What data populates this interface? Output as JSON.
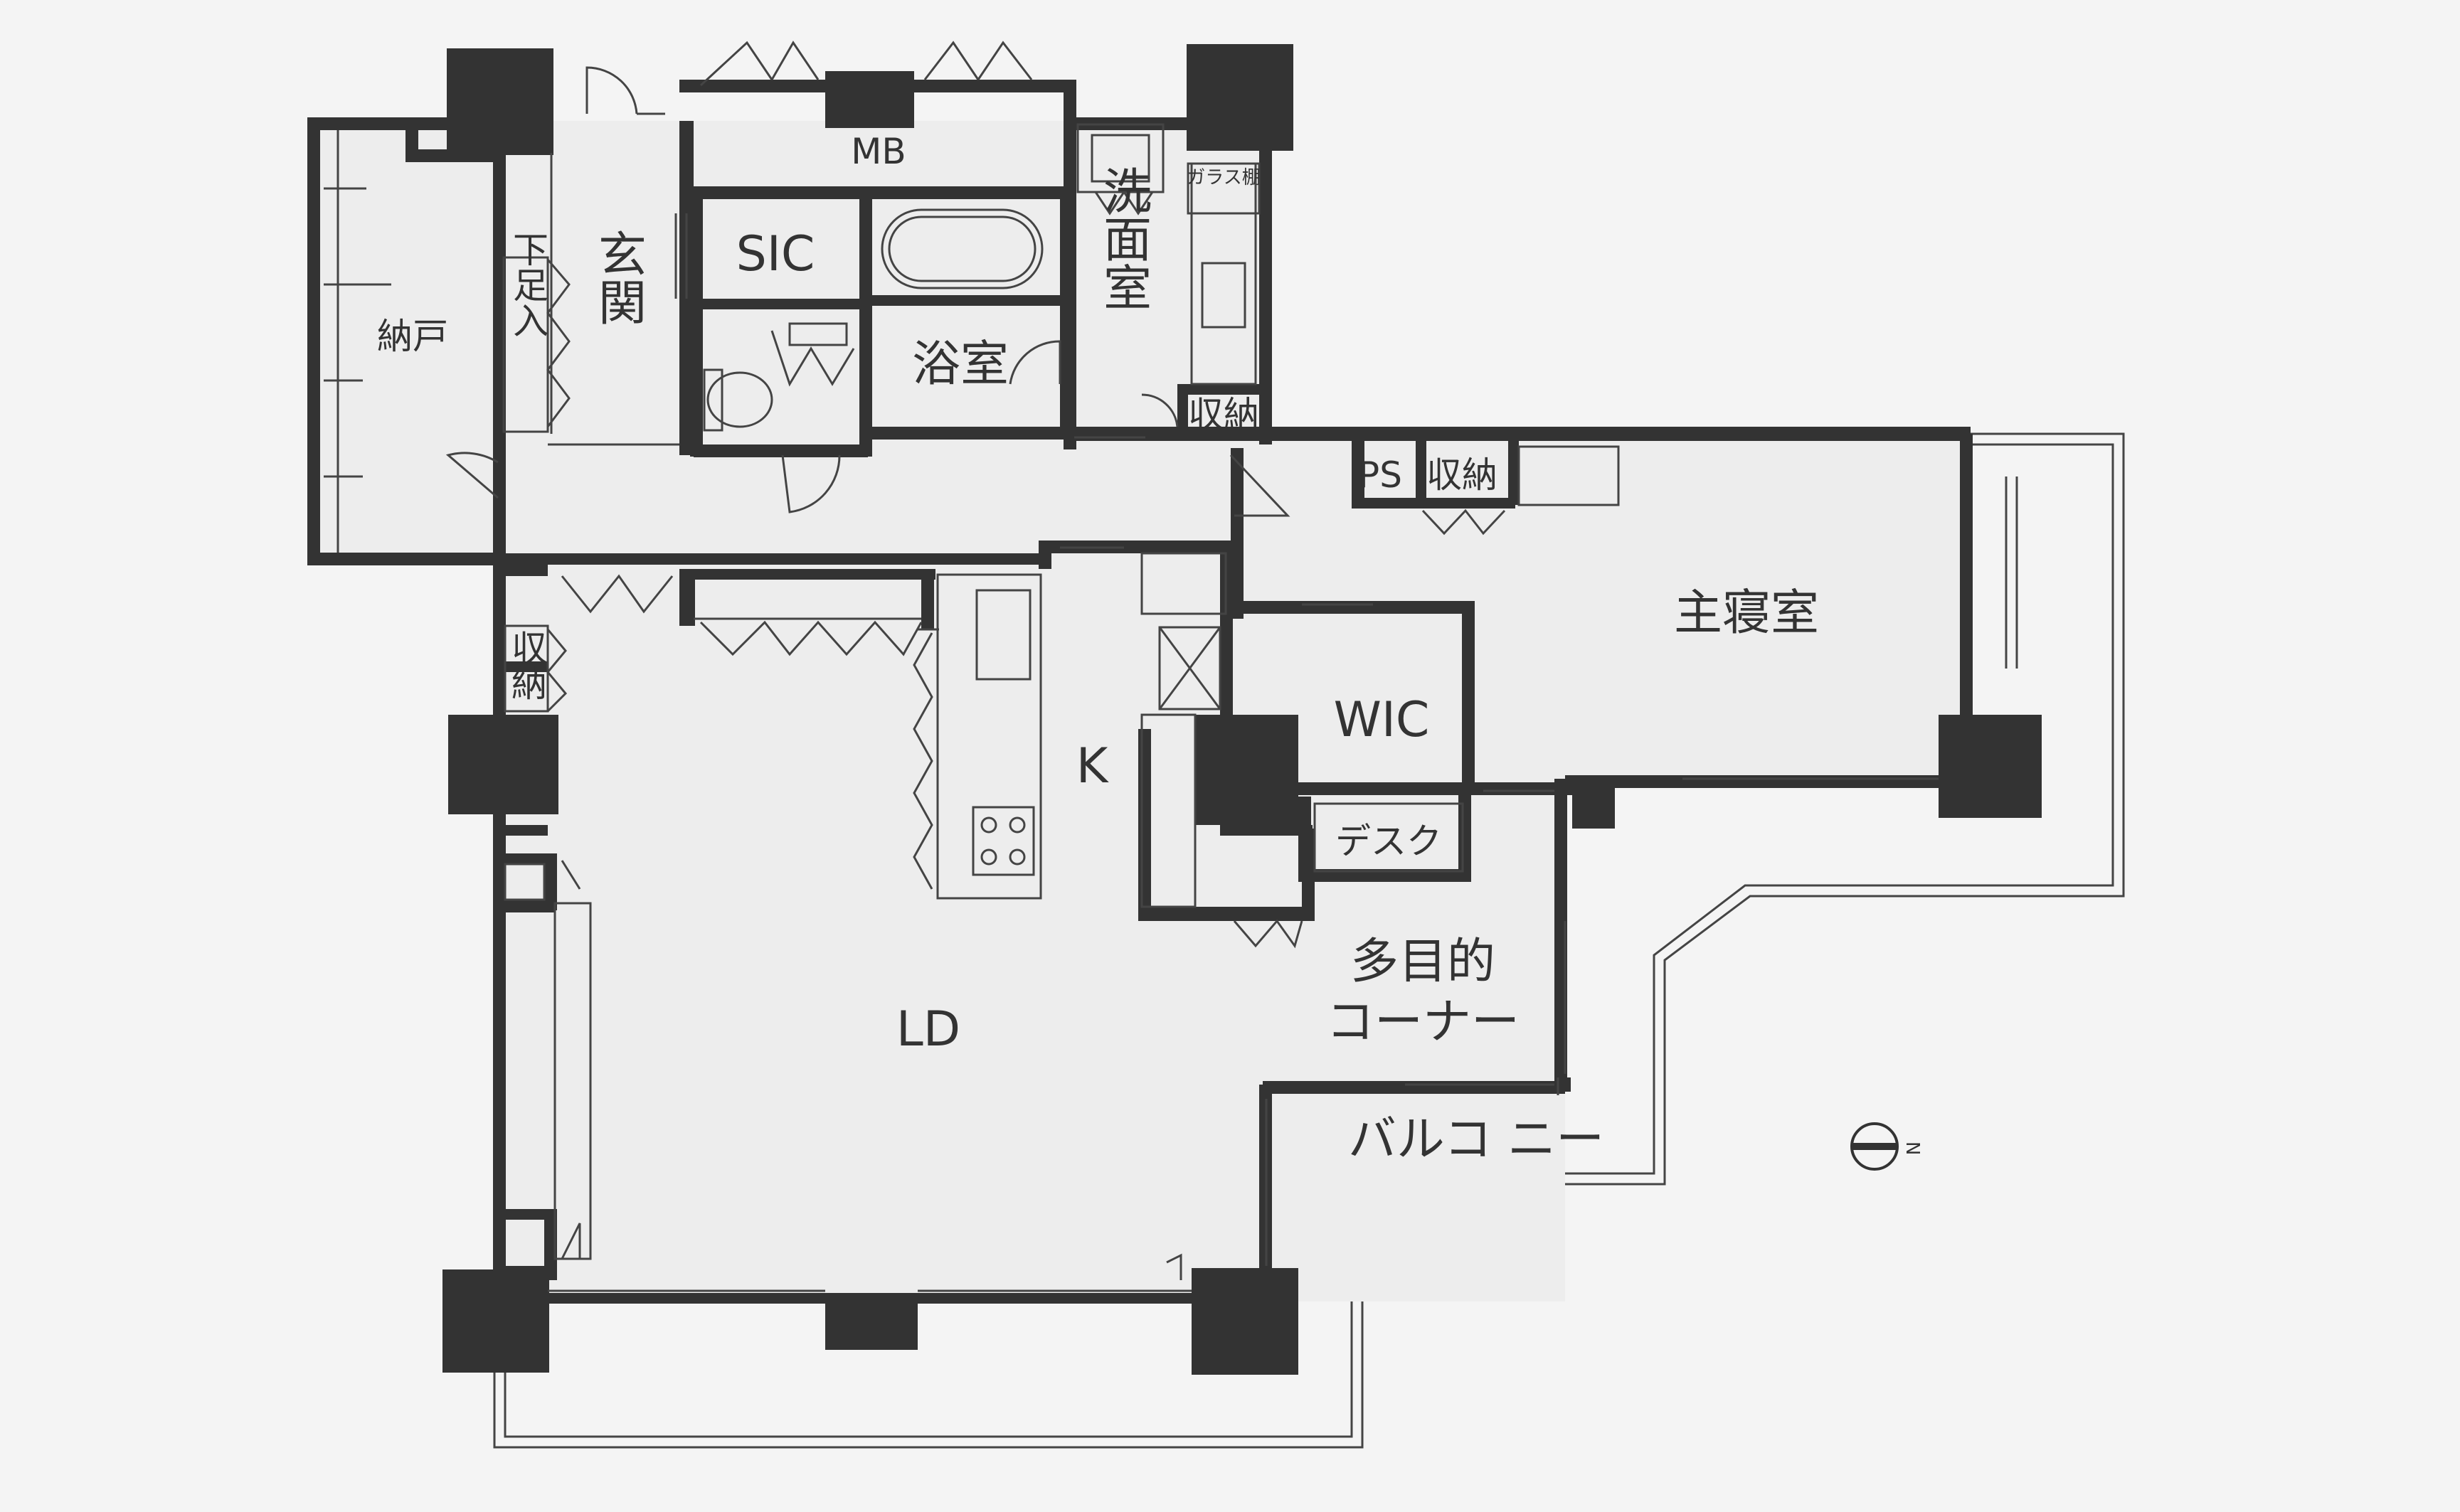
{
  "colors": {
    "background": "#f4f4f4",
    "wall": "#333333",
    "floor": "#ededed",
    "line": "#444444"
  },
  "rooms": {
    "nando": "納戸",
    "genkan": "玄関",
    "geta": "下足入",
    "mb": "MB",
    "sic": "SIC",
    "yokushitsu": "浴室",
    "senmen": "洗面室",
    "glass_shelf": "ガラス棚",
    "shuno_senmen": "収納",
    "ps": "PS",
    "shuno_bed": "収納",
    "shushinshitsu": "主寝室",
    "wic": "WIC",
    "kitchen": "K",
    "desk": "デスク",
    "tamokuteki_1": "多目的",
    "tamokuteki_2": "コーナー",
    "shuno_ld": "収納",
    "ld": "LD",
    "balcony": "バルコ ニー"
  },
  "compass": {
    "north_label": "N",
    "north_icon": "north-arrow-icon"
  }
}
